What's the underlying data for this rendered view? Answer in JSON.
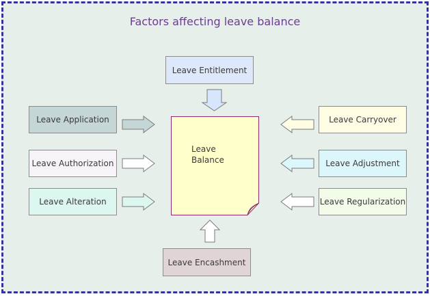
{
  "title": "Factors affecting leave balance",
  "center": {
    "line1": "Leave",
    "line2": "Balance"
  },
  "factors": {
    "entitlement": "Leave Entitlement",
    "application": "Leave Application",
    "authorization": "Leave Authorization",
    "alteration": "Leave Alteration",
    "carryover": "Leave Carryover",
    "adjustment": "Leave Adjustment",
    "regularization": "Leave Regularization",
    "encashment": "Leave Encashment"
  },
  "colors": {
    "frame_border": "#34349a",
    "background": "#e7efeb",
    "title": "#6a3e8e",
    "note_fill": "#ffffcc",
    "note_border": "#8a2b6e"
  }
}
